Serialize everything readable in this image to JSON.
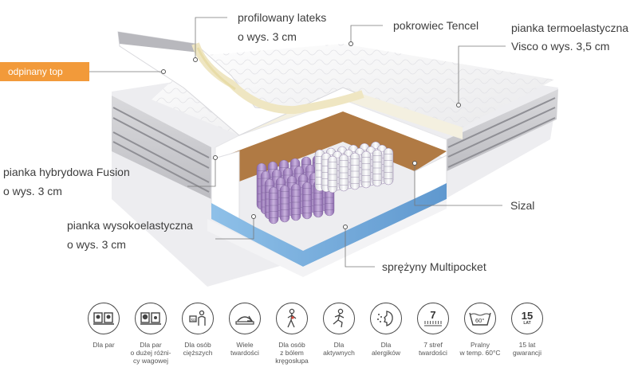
{
  "badge": "odpinany top",
  "labels": {
    "latex_1": "profilowany lateks",
    "latex_2": "o wys. 3 cm",
    "tencel": "pokrowiec Tencel",
    "visco_1": "pianka termoelastyczna",
    "visco_2": "Visco o wys. 3,5 cm",
    "fusion_1": "pianka hybrydowa Fusion",
    "fusion_2": "o wys. 3 cm",
    "sizal": "Sizal",
    "hr_1": "pianka wysokoelastyczna",
    "hr_2": "o wys. 3 cm",
    "springs": "sprężyny Multipocket"
  },
  "icons": [
    {
      "name": "couple-icon",
      "caption": "Dla par"
    },
    {
      "name": "weight-diff-icon",
      "caption": "Dla par\no dużej różni-\ncy wagowej"
    },
    {
      "name": "heavy-person-icon",
      "caption": "Dla osób\ncięższych"
    },
    {
      "name": "firmness-icon",
      "caption": "Wiele\ntwardości"
    },
    {
      "name": "back-pain-icon",
      "caption": "Dla osób\nz bólem\nkręgosłupa"
    },
    {
      "name": "runner-icon",
      "caption": "Dla\naktywnych"
    },
    {
      "name": "allergy-icon",
      "caption": "Dla\nalergików"
    },
    {
      "name": "zones-icon",
      "caption": "7 stref\ntwardości",
      "number": "7"
    },
    {
      "name": "washable-icon",
      "caption": "Pralny\nw temp. 60°C",
      "number": "60°"
    },
    {
      "name": "warranty-icon",
      "caption": "15 lat\ngwarancji",
      "number": "15",
      "sub": "LAT"
    }
  ],
  "colors": {
    "accent": "#f29a3a",
    "purple": "#a98bc4",
    "blue_foam": "#7cb2df",
    "sisal": "#b07a44"
  }
}
